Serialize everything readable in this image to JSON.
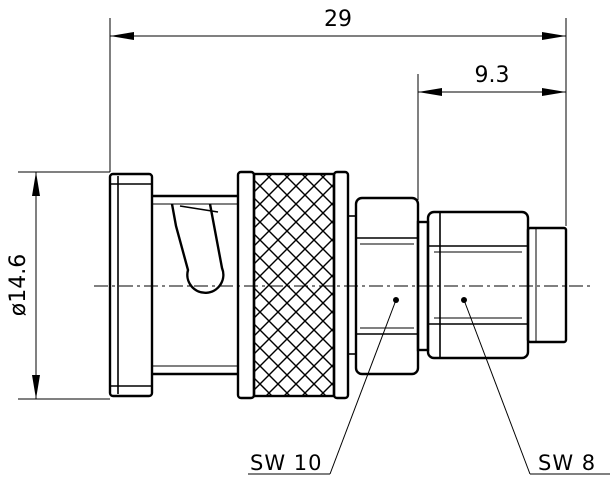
{
  "dimensions": {
    "overall_length": "29",
    "rear_length": "9.3",
    "diameter": "ø14.6"
  },
  "labels": {
    "wrench_size_front": "SW 10",
    "wrench_size_rear": "SW 8"
  }
}
